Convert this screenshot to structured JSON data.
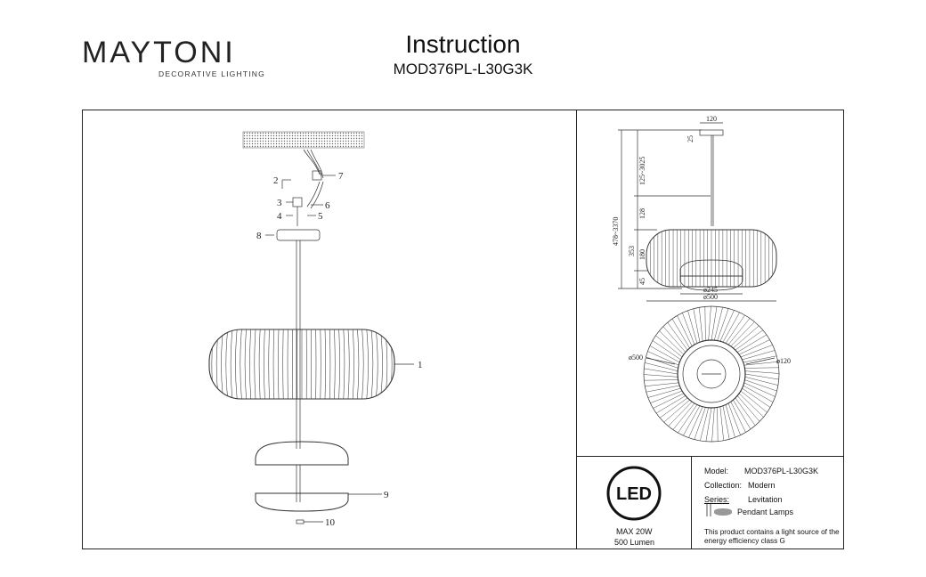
{
  "header": {
    "brand": "MAYTONI",
    "brand_sub": "DECORATIVE LIGHTING",
    "title": "Instruction",
    "model_code": "MOD376PL-L30G3K"
  },
  "assembly": {
    "part_labels": [
      "1",
      "2",
      "3",
      "4",
      "5",
      "6",
      "7",
      "8",
      "9",
      "10"
    ]
  },
  "dimensions": {
    "side_labels": [
      "120",
      "25",
      "125~3025",
      "478~3370",
      "128",
      "353",
      "180",
      "45",
      "ø245",
      "ø500"
    ],
    "top_labels": [
      "ø500",
      "ø120"
    ]
  },
  "led": {
    "badge": "LED",
    "power": "MAX 20W",
    "lumen": "500 Lumen"
  },
  "specs": {
    "model_label": "Model:",
    "model_value": "MOD376PL-L30G3K",
    "collection_label": "Collection:",
    "collection_value": "Modern",
    "series_label": "Series:",
    "series_value": "Levitation",
    "type_value": "Pendant Lamps",
    "note": "This product contains a light source of the energy efficiency class G"
  }
}
